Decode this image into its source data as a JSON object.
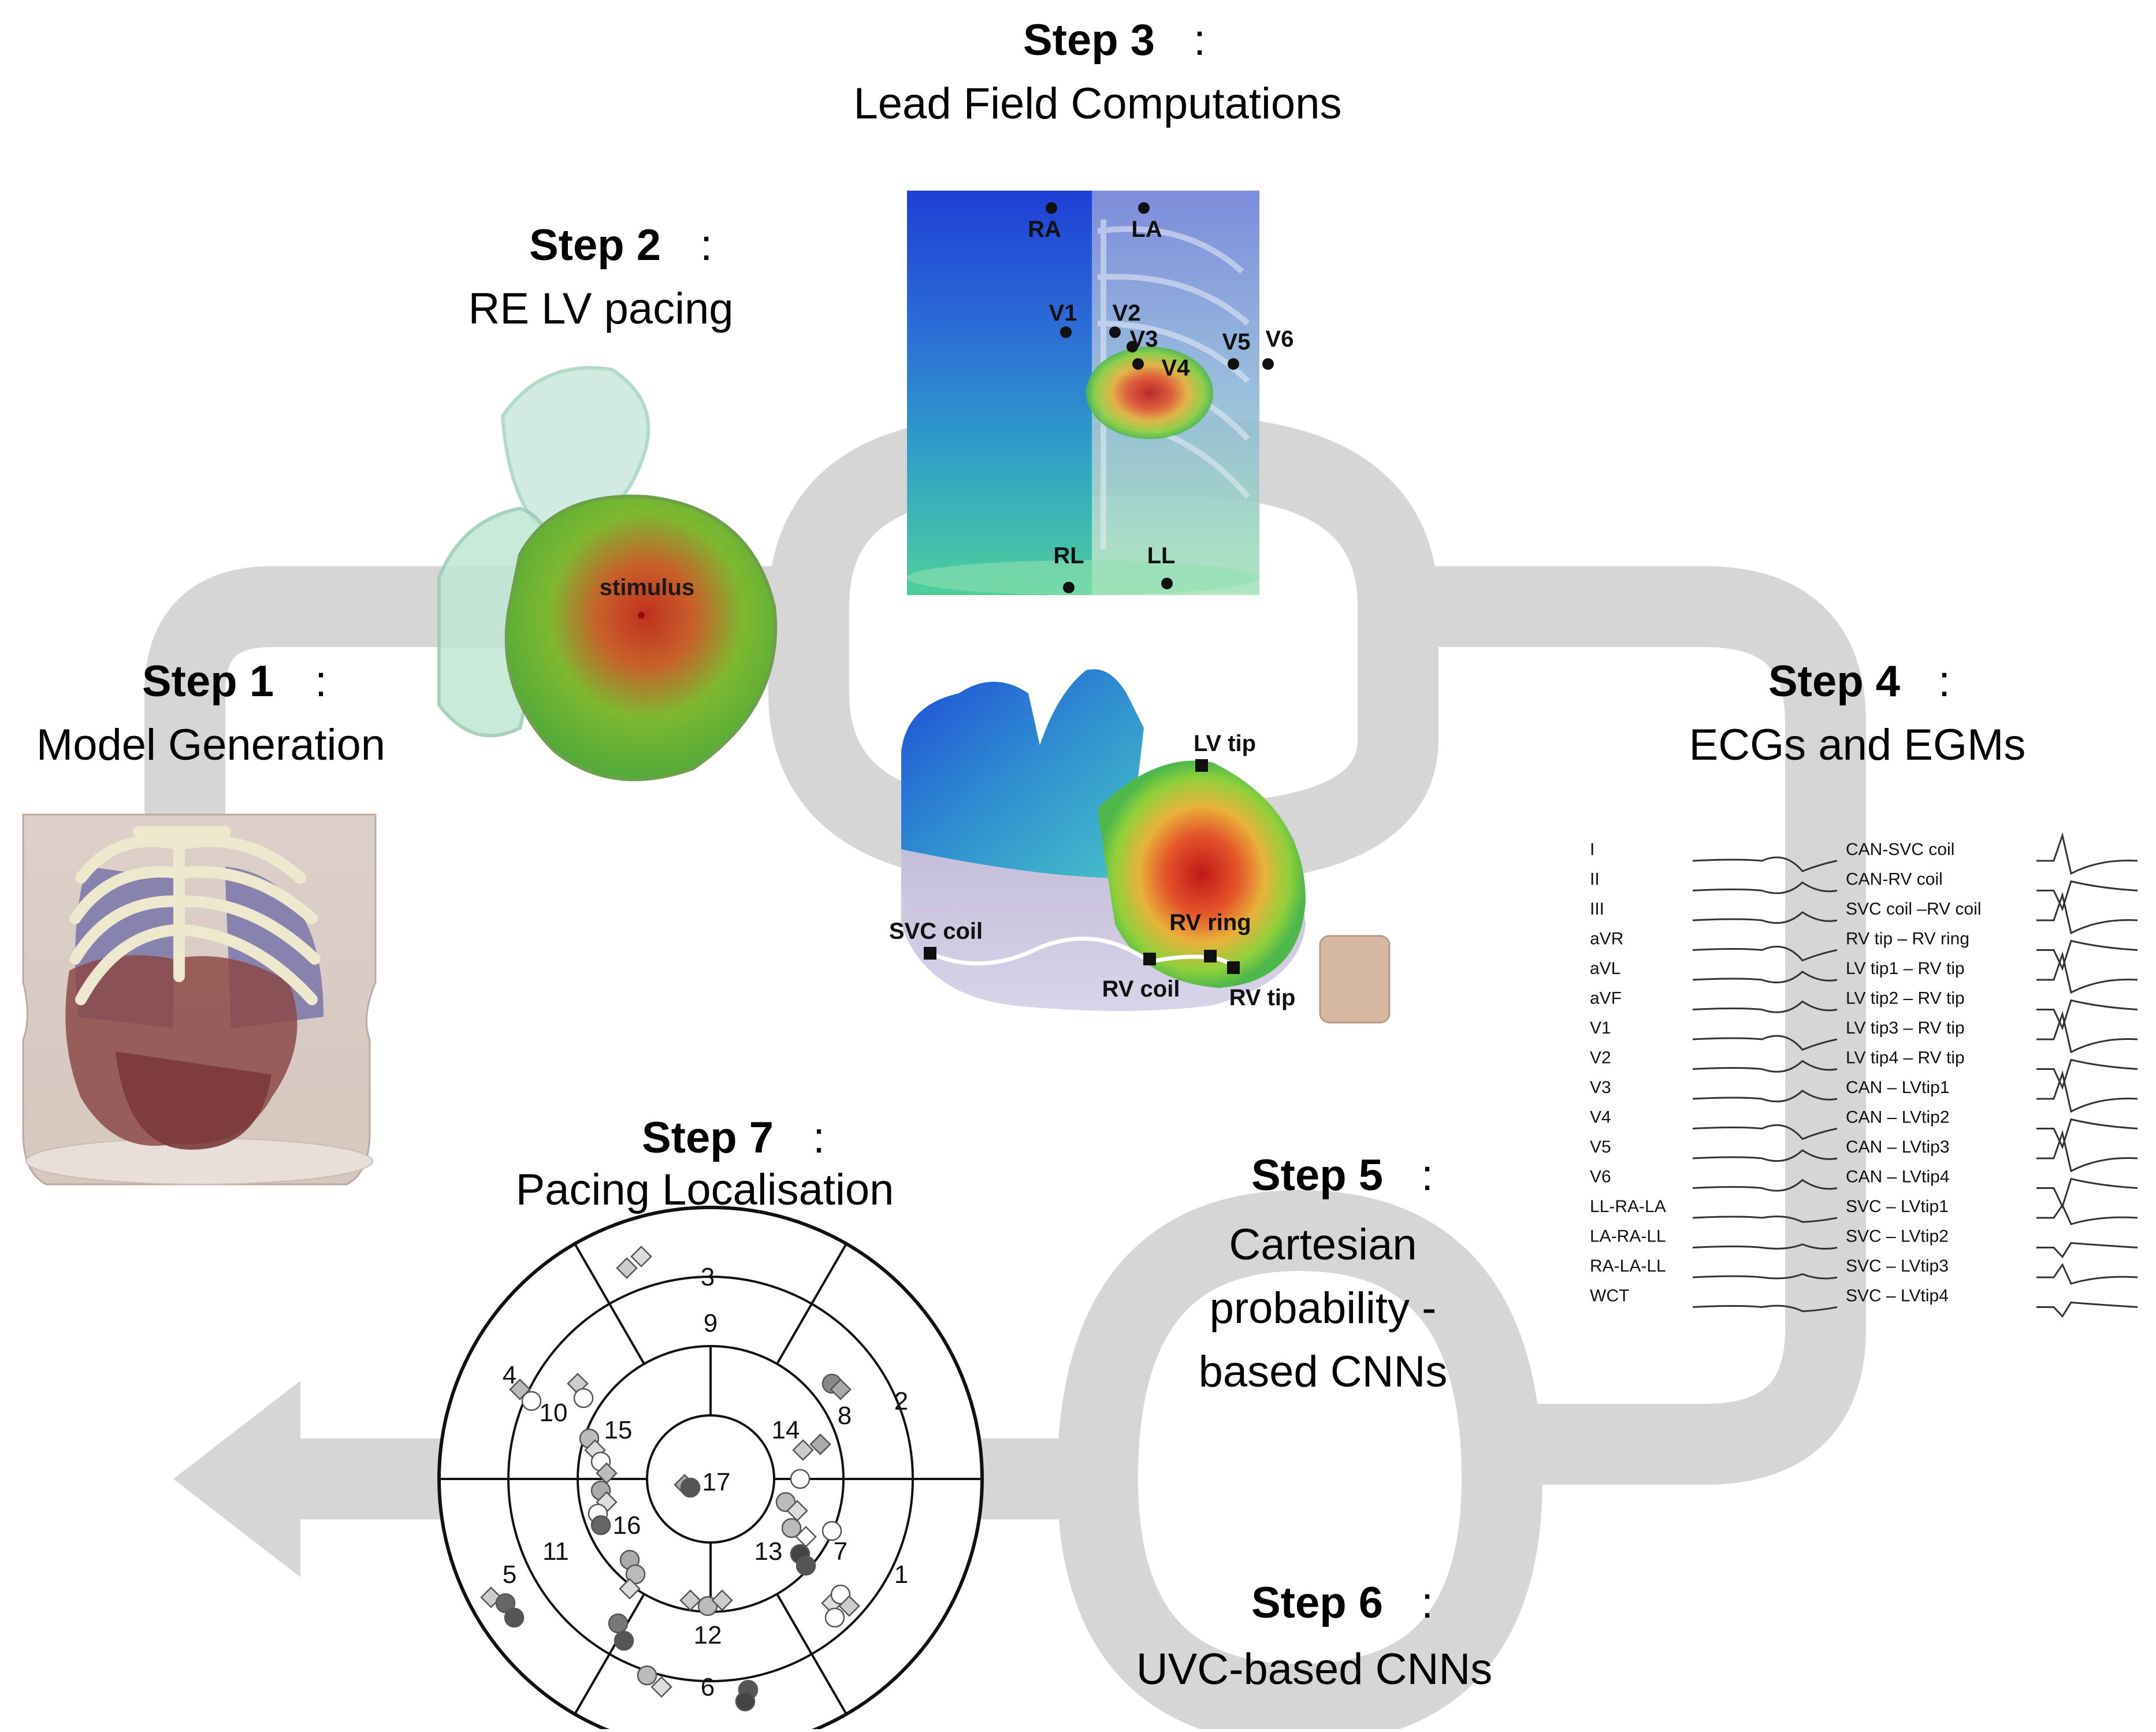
{
  "steps": [
    {
      "title": "Step 1",
      "subtitle": "Model Generation"
    },
    {
      "title": "Step 2",
      "subtitle": "RE LV pacing"
    },
    {
      "title": "Step 3",
      "subtitle": "Lead Field Computations"
    },
    {
      "title": "Step 4",
      "subtitle": "ECGs and EGMs"
    },
    {
      "title": "Step 5",
      "subtitle_lines": [
        "Cartesian",
        "probability -",
        "based CNNs"
      ]
    },
    {
      "title": "Step 6",
      "subtitle": "UVC-based CNNs"
    },
    {
      "title": "Step 7",
      "subtitle": "Pacing Localisation"
    }
  ],
  "pacing": {
    "stimulus_label": "stimulus"
  },
  "torso_electrodes": [
    "RA",
    "LA",
    "V1",
    "V2",
    "V3",
    "V4",
    "V5",
    "V6",
    "RL",
    "LL"
  ],
  "device_leads": [
    "LV tip",
    "SVC coil",
    "RV ring",
    "RV coil",
    "RV tip"
  ],
  "ecg_leads": [
    "I",
    "II",
    "III",
    "aVR",
    "aVL",
    "aVF",
    "V1",
    "V2",
    "V3",
    "V4",
    "V5",
    "V6",
    "LL-RA-LA",
    "LA-RA-LL",
    "RA-LA-LL",
    "WCT"
  ],
  "egm_leads": [
    "CAN-SVC coil",
    "CAN-RV coil",
    "SVC coil –RV coil",
    "RV tip – RV ring",
    "LV tip1 – RV tip",
    "LV tip2 – RV tip",
    "LV tip3 – RV tip",
    "LV tip4 – RV tip",
    "CAN – LVtip1",
    "CAN – LVtip2",
    "CAN – LVtip3",
    "CAN – LVtip4",
    "SVC – LVtip1",
    "SVC – LVtip2",
    "SVC – LVtip3",
    "SVC – LVtip4"
  ],
  "bullseye_segments": [
    "1",
    "2",
    "3",
    "4",
    "5",
    "6",
    "7",
    "8",
    "9",
    "10",
    "11",
    "12",
    "13",
    "14",
    "15",
    "16",
    "17"
  ],
  "colors": {
    "flow_band": "#d6d6d6",
    "text": "#1a1a1a",
    "electrode": "#111111"
  }
}
